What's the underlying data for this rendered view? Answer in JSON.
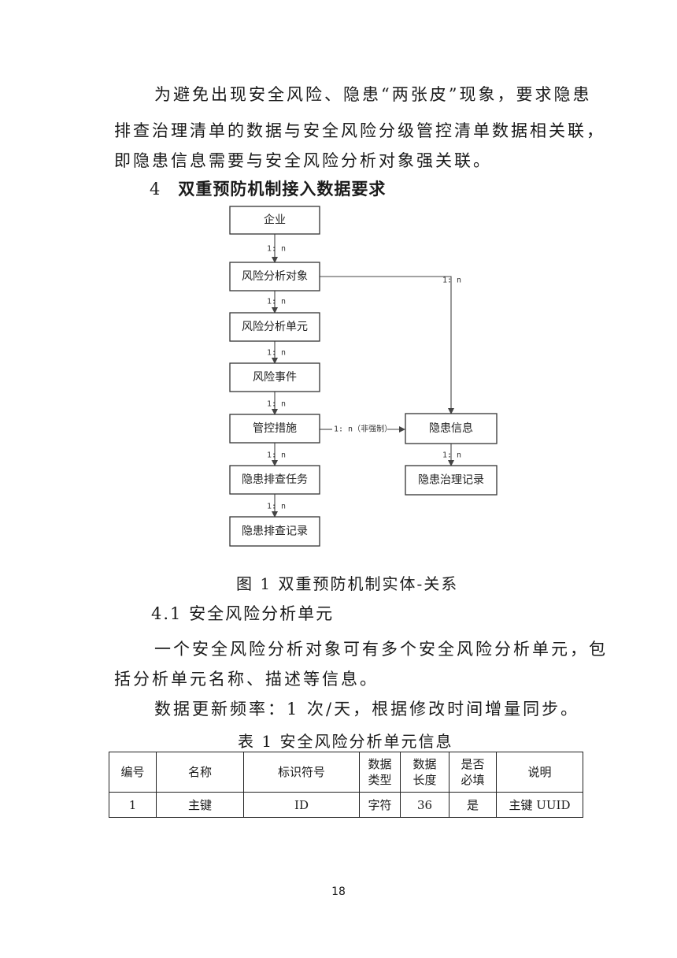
{
  "intro": {
    "line1": "为避免出现安全风险、隐患“两张皮”现象，要求隐患",
    "line2": "排查治理清单的数据与安全风险分级管控清单数据相关联，",
    "line3": "即隐患信息需要与安全风险分析对象强关联。"
  },
  "section4": {
    "number": "4",
    "title": "双重预防机制接入数据要求"
  },
  "diagram": {
    "boxes": {
      "enterprise": "企业",
      "risk_object": "风险分析对象",
      "risk_unit": "风险分析单元",
      "risk_event": "风险事件",
      "control_measure": "管控措施",
      "hazard_task": "隐患排查任务",
      "hazard_record": "隐患排查记录",
      "hazard_info": "隐患信息",
      "hazard_fix": "隐患治理记录"
    },
    "relations": {
      "r1": "1: n",
      "r2": "1: n",
      "r3": "1: n",
      "r4": "1: n",
      "r5": "1: n",
      "r6": "1: n",
      "r7": "1: n",
      "r8": "1: n",
      "r9": "1: n（非强制）"
    }
  },
  "figure_caption": "图 1  双重预防机制实体-关系",
  "section41": {
    "heading": "4.1  安全风险分析单元",
    "para1_line1": "一个安全风险分析对象可有多个安全风险分析单元，包",
    "para1_line2": "括分析单元名称、描述等信息。",
    "para2": "数据更新频率：1 次/天，根据修改时间增量同步。"
  },
  "table_caption": "表 1  安全风险分析单元信息",
  "table": {
    "headers": [
      "编号",
      "名称",
      "标识符号",
      "数据类型",
      "数据长度",
      "是否必填",
      "说明"
    ],
    "rows": [
      [
        "1",
        "主键",
        "ID",
        "字符",
        "36",
        "是",
        "主键 UUID"
      ]
    ]
  },
  "page_number": "18"
}
